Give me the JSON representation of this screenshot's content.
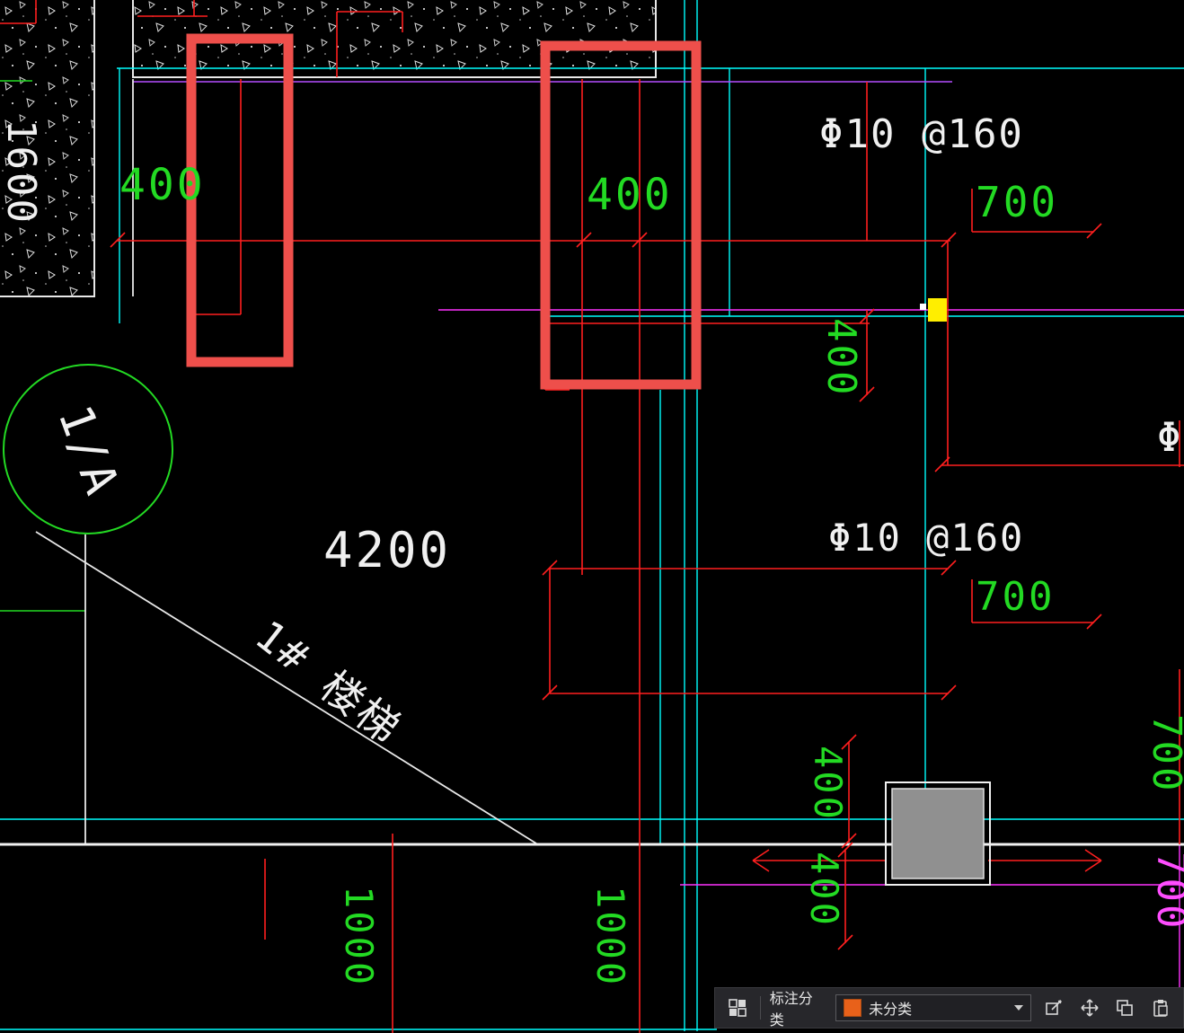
{
  "canvas": {
    "labels": {
      "dim_1600": "1600",
      "dim_400_left": "400",
      "dim_400_box": "400",
      "rebar_top": "Φ10 @160",
      "dim_700_top": "700",
      "dim_400_mid": "400",
      "grid_bubble": "1/A",
      "dim_4200": "4200",
      "stair_label": "1# 楼梯",
      "rebar_mid": "Φ10 @160",
      "dim_700_mid": "700",
      "dim_400_bottom_upper": "400",
      "dim_400_bottom_lower": "400",
      "dim_1000_left": "1000",
      "dim_1000_right": "1000",
      "dim_700_right_green": "700",
      "dim_700_right_magenta": "700",
      "rebar_right_partial": "Φ"
    },
    "colors": {
      "dimension_green": "#23da23",
      "line_cyan": "#00ffff",
      "line_red": "#ff1f1f",
      "line_magenta": "#ff33ff",
      "line_violet": "#b44dff",
      "line_white": "#e8e8e8",
      "highlight_box": "#ee4f4b",
      "grip_yellow": "#ffee00",
      "column_gray": "#909090"
    }
  },
  "toolbar": {
    "category_label": "标注分类",
    "classification_value": "未分类",
    "swatch_color": "#e8611a"
  }
}
